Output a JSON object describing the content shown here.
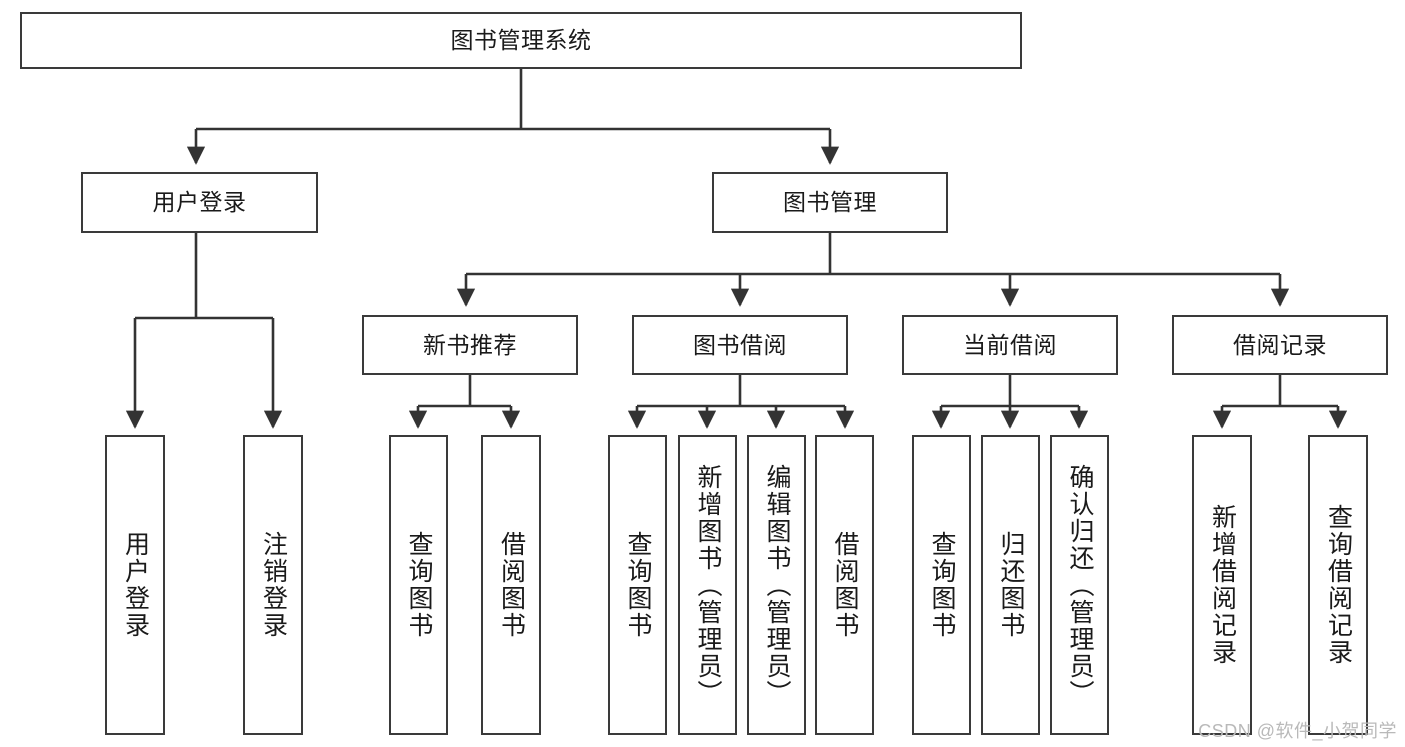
{
  "diagram": {
    "title": "图书管理系统",
    "type": "hierarchy-tree",
    "root": {
      "label": "图书管理系统"
    },
    "level1": [
      {
        "label": "用户登录"
      },
      {
        "label": "图书管理"
      }
    ],
    "level2": [
      {
        "label": "新书推荐"
      },
      {
        "label": "图书借阅"
      },
      {
        "label": "当前借阅"
      },
      {
        "label": "借阅记录"
      }
    ],
    "leaves": [
      {
        "label": "用户登录"
      },
      {
        "label": "注销登录"
      },
      {
        "label": "查询图书"
      },
      {
        "label": "借阅图书"
      },
      {
        "label": "查询图书"
      },
      {
        "label": "新增图书（管理员）"
      },
      {
        "label": "编辑图书（管理员）"
      },
      {
        "label": "借阅图书"
      },
      {
        "label": "查询图书"
      },
      {
        "label": "归还图书"
      },
      {
        "label": "确认归还（管理员）"
      },
      {
        "label": "新增借阅记录"
      },
      {
        "label": "查询借阅记录"
      }
    ],
    "colors": {
      "border": "#3a3a3a",
      "background": "#ffffff",
      "text": "#1a1a1a",
      "watermark": "#b9b9b9"
    }
  },
  "watermark": {
    "text": "CSDN @软件_小贺同学"
  }
}
